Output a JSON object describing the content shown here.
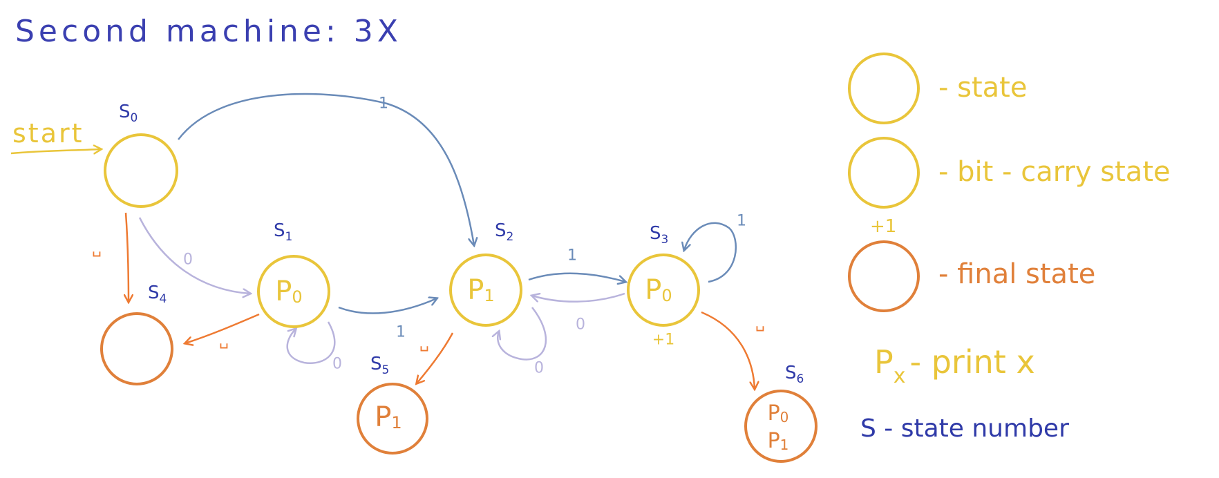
{
  "title": "Second machine: 3X",
  "colors": {
    "state": "#e9c53a",
    "final": "#e0803a",
    "one_edge": "#6a8bb8",
    "zero_edge": "#b8b3dc",
    "blank_edge": "#ee7a32",
    "ink": "#2f3aa8"
  },
  "start_label": "start",
  "nodes": {
    "s0": {
      "name": "S",
      "sub": "0",
      "text": ""
    },
    "s1": {
      "name": "S",
      "sub": "1",
      "text": "P",
      "text_sub": "0"
    },
    "s2": {
      "name": "S",
      "sub": "2",
      "text": "P",
      "text_sub": "1"
    },
    "s3": {
      "name": "S",
      "sub": "3",
      "text": "P",
      "text_sub": "0",
      "note": "+1"
    },
    "s4": {
      "name": "S",
      "sub": "4",
      "text": ""
    },
    "s5": {
      "name": "S",
      "sub": "5",
      "text": "P",
      "text_sub": "1"
    },
    "s6": {
      "name": "S",
      "sub": "6",
      "line1": "P",
      "line1_sub": "0",
      "line2": "P",
      "line2_sub": "1"
    }
  },
  "edges": {
    "s0_s2": "1",
    "s0_s1": "0",
    "s0_s4": "␣",
    "s1_s2": "1",
    "s1_loop": "0",
    "s1_s4": "␣",
    "s2_s3": "1",
    "s2_loop": "0",
    "s2_s5": "␣",
    "s3_loop": "1",
    "s3_s2": "0",
    "s3_s6": "␣"
  },
  "legend": {
    "state": "- state",
    "bit_carry": "- bit - carry state",
    "bit_carry_note": "+1",
    "final": "- final state",
    "print_symbol": "P",
    "print_sub": "x",
    "print": "- print x",
    "state_number": "S - state number"
  }
}
